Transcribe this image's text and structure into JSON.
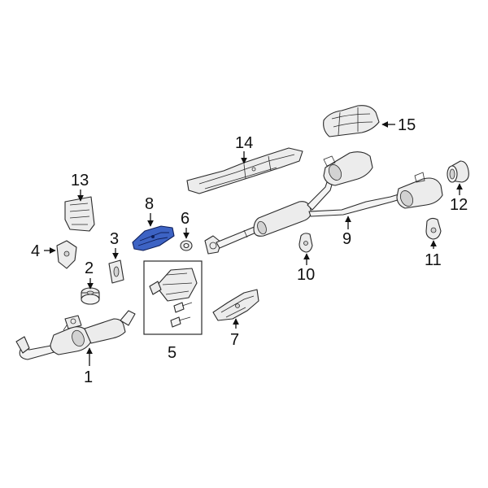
{
  "diagram": {
    "highlight_color": "#3d63c4",
    "callouts": {
      "c1": "1",
      "c2": "2",
      "c3": "3",
      "c4": "4",
      "c5": "5",
      "c6": "6",
      "c7": "7",
      "c8": "8",
      "c9": "9",
      "c10": "10",
      "c11": "11",
      "c12": "12",
      "c13": "13",
      "c14": "14",
      "c15": "15"
    },
    "highlighted_part": "8"
  }
}
